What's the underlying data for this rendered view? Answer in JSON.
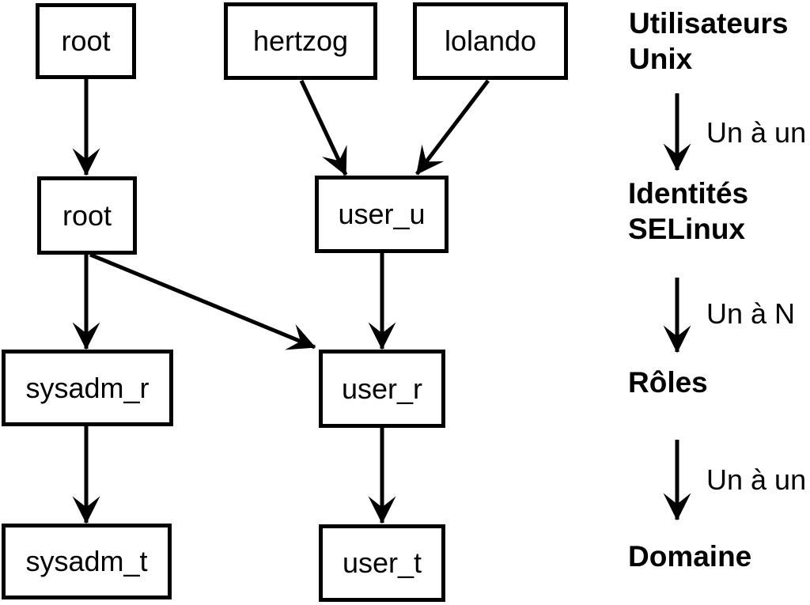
{
  "diagram": {
    "nodes": [
      {
        "id": "unix-root",
        "label": "root"
      },
      {
        "id": "unix-hertzog",
        "label": "hertzog"
      },
      {
        "id": "unix-lolando",
        "label": "lolando"
      },
      {
        "id": "selinux-root",
        "label": "root"
      },
      {
        "id": "user_u",
        "label": "user_u"
      },
      {
        "id": "sysadm_r",
        "label": "sysadm_r"
      },
      {
        "id": "user_r",
        "label": "user_r"
      },
      {
        "id": "sysadm_t",
        "label": "sysadm_t"
      },
      {
        "id": "user_t",
        "label": "user_t"
      }
    ],
    "edges": [
      {
        "from": "unix-root",
        "to": "selinux-root"
      },
      {
        "from": "unix-hertzog",
        "to": "user_u"
      },
      {
        "from": "unix-lolando",
        "to": "user_u"
      },
      {
        "from": "selinux-root",
        "to": "sysadm_r"
      },
      {
        "from": "selinux-root",
        "to": "user_r"
      },
      {
        "from": "user_u",
        "to": "user_r"
      },
      {
        "from": "sysadm_r",
        "to": "sysadm_t"
      },
      {
        "from": "user_r",
        "to": "user_t"
      }
    ]
  },
  "legend": {
    "levels": [
      "Utilisateurs\nUnix",
      "Identités\nSELinux",
      "Rôles",
      "Domaine"
    ],
    "relations": [
      "Un à un",
      "Un à N",
      "Un à un"
    ]
  },
  "colors": {
    "foreground": "#000000",
    "background": "#ffffff"
  }
}
